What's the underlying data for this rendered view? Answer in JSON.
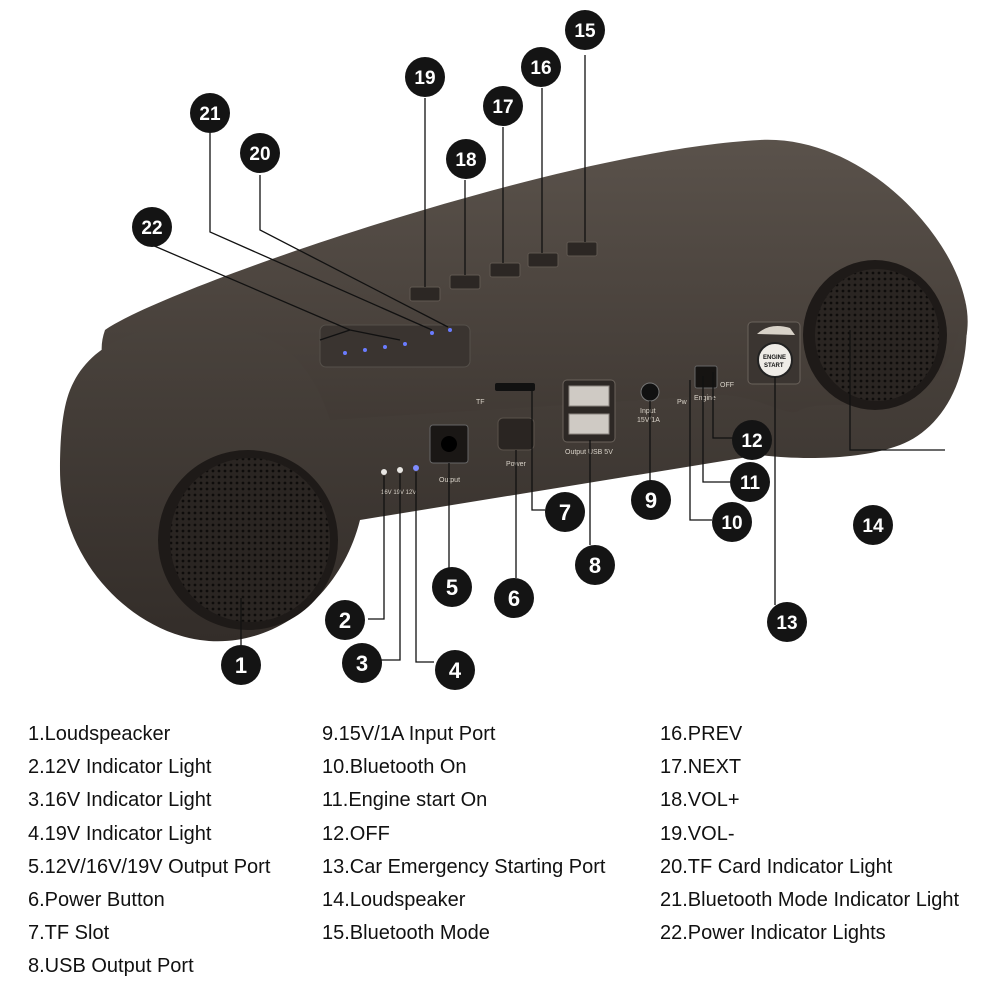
{
  "device": {
    "tf_label": "TF",
    "output_label": "Output",
    "power_label": "Power",
    "usb_label": "Output USB 5V",
    "input_label_1": "Input",
    "input_label_2": "15V/1A",
    "switch_left_label": "Pw",
    "switch_mid_label": "Engine",
    "switch_right_label": "OFF",
    "engine_label_1": "ENGINE",
    "engine_label_2": "START",
    "led_labels": "16V 19V 12V"
  },
  "callouts": [
    "1",
    "2",
    "3",
    "4",
    "5",
    "6",
    "7",
    "8",
    "9",
    "10",
    "11",
    "12",
    "13",
    "14",
    "15",
    "16",
    "17",
    "18",
    "19",
    "20",
    "21",
    "22"
  ],
  "legend": {
    "column1": [
      "1.Loudspeacker",
      "2.12V Indicator Light",
      "3.16V Indicator Light",
      "4.19V Indicator Light",
      "5.12V/16V/19V Output Port",
      "6.Power Button",
      "7.TF Slot",
      "8.USB Output Port"
    ],
    "column2": [
      "9.15V/1A Input Port",
      "10.Bluetooth On",
      "11.Engine start On",
      "12.OFF",
      "13.Car Emergency Starting Port",
      "14.Loudspeaker",
      "15.Bluetooth Mode"
    ],
    "column3": [
      "16.PREV",
      "17.NEXT",
      "18.VOL+",
      "19.VOL-",
      "20.TF Card Indicator Light",
      "21.Bluetooth Mode Indicator Light",
      "22.Power Indicator Lights"
    ]
  },
  "colors": {
    "body": "#4a433e",
    "callout_bg": "#141414",
    "text": "#111111"
  }
}
